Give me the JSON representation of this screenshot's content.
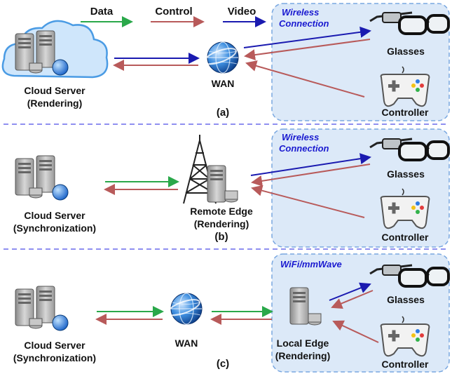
{
  "legend": {
    "data": "Data",
    "control": "Control",
    "video": "Video"
  },
  "colors": {
    "data": "#2aa84a",
    "control": "#b85a5a",
    "video": "#1a1ab0",
    "panel": "#dce9f8",
    "panel_border": "#79a7e0",
    "separator": "#8f8ff0"
  },
  "panel_a": {
    "wireless": [
      "Wireless",
      "Connection"
    ],
    "server": [
      "Cloud Server",
      "(Rendering)"
    ],
    "wan": "WAN",
    "glasses": "Glasses",
    "controller": "Controller",
    "caption": "(a)"
  },
  "panel_b": {
    "wireless": [
      "Wireless",
      "Connection"
    ],
    "server": [
      "Cloud Server",
      "(Synchronization)"
    ],
    "edge": [
      "Remote Edge",
      "(Rendering)"
    ],
    "glasses": "Glasses",
    "controller": "Controller",
    "caption": "(b)"
  },
  "panel_c": {
    "wireless": [
      "WiFi/mmWave"
    ],
    "server": [
      "Cloud Server",
      "(Synchronization)"
    ],
    "wan": "WAN",
    "edge": [
      "Local Edge",
      "(Rendering)"
    ],
    "glasses": "Glasses",
    "controller": "Controller",
    "caption": "(c)"
  }
}
